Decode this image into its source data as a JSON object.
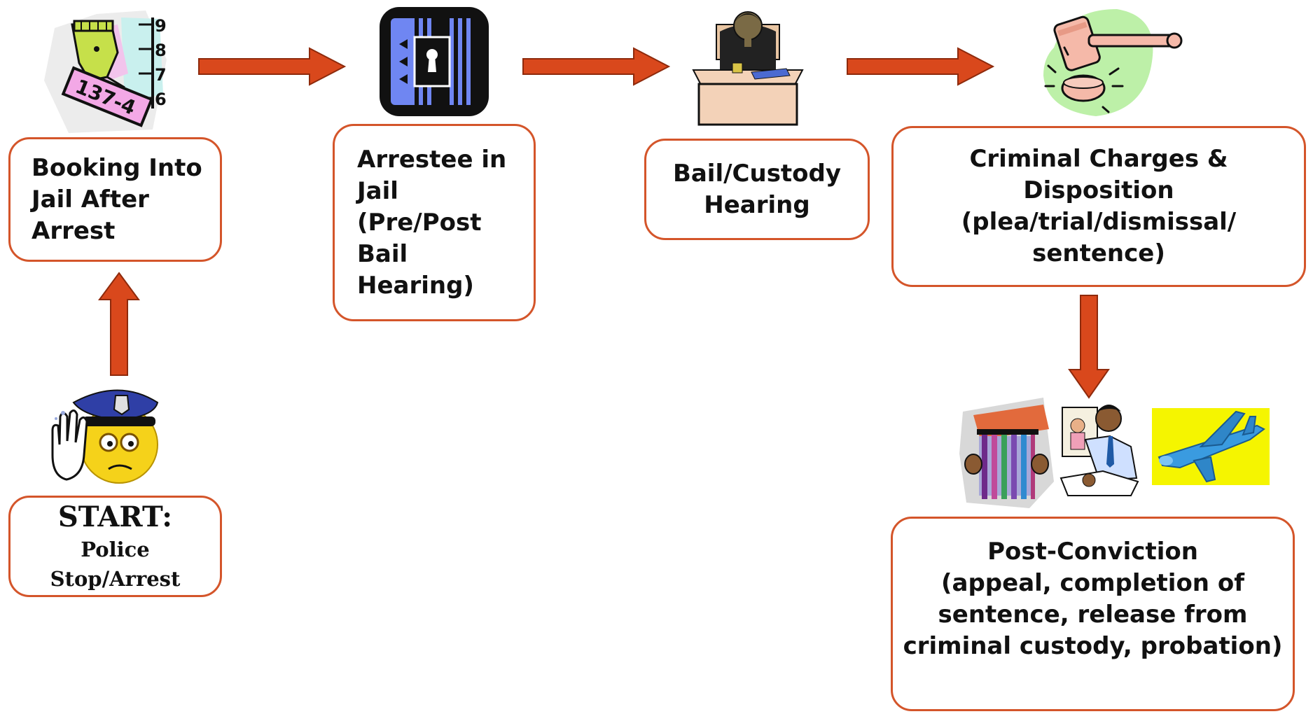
{
  "colors": {
    "border": "#d4552a",
    "arrow_fill": "#d9481c",
    "arrow_stroke": "#8e2a0c",
    "text": "#111111"
  },
  "nodes": {
    "start": {
      "title": "START:",
      "lines": [
        "Police",
        "Stop/Arrest"
      ]
    },
    "booking": {
      "lines": [
        "Booking Into",
        "Jail After",
        "Arrest"
      ]
    },
    "arrestee": {
      "lines": [
        "Arrestee in",
        "Jail",
        "(Pre/Post",
        "Bail",
        "Hearing)"
      ]
    },
    "bail": {
      "lines": [
        "Bail/Custody",
        "Hearing"
      ]
    },
    "charges": {
      "lines": [
        "Criminal Charges &",
        "Disposition",
        "(plea/trial/dismissal/",
        "sentence)"
      ]
    },
    "post_conviction": {
      "lines": [
        "Post-Conviction",
        "(appeal, completion of",
        "sentence, release from",
        "criminal custody, probation)"
      ]
    }
  },
  "clipart": {
    "mugshot": {
      "icon": "mugshot-icon",
      "placard": "137-4",
      "height_marks": [
        "9",
        "8",
        "7",
        "6"
      ]
    },
    "jail_cell": {
      "icon": "jail-door-icon"
    },
    "judge": {
      "icon": "judge-at-bench-icon"
    },
    "gavel": {
      "icon": "gavel-icon"
    },
    "police": {
      "icon": "police-officer-icon"
    },
    "prison": {
      "icon": "prison-bars-icon"
    },
    "worker": {
      "icon": "office-worker-icon"
    },
    "airplane": {
      "icon": "airplane-icon"
    }
  }
}
